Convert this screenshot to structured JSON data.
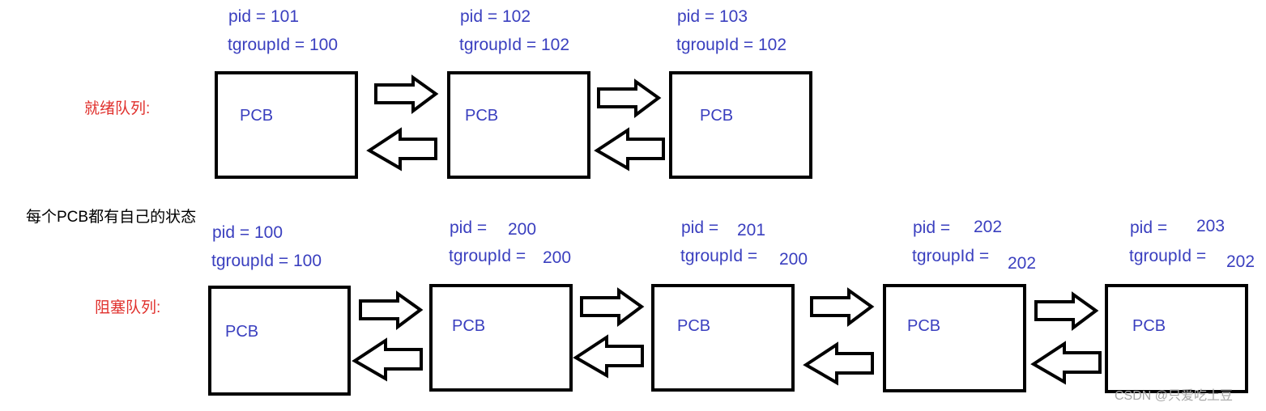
{
  "ready_queue": {
    "label": "就绪队列:",
    "nodes": [
      {
        "pid": "pid = 101",
        "tgroup": "tgroupId = 100",
        "box_label": "PCB"
      },
      {
        "pid": "pid = 102",
        "tgroup": "tgroupId = 102",
        "box_label": "PCB"
      },
      {
        "pid": "pid = 103",
        "tgroup": "tgroupId = 102",
        "box_label": "PCB"
      }
    ]
  },
  "note": "每个PCB都有自己的状态",
  "blocked_queue": {
    "label": "阻塞队列:",
    "nodes": [
      {
        "pid": "pid = 100",
        "tgroup": "tgroupId = 100",
        "box_label": "PCB"
      },
      {
        "pid_prefix": "pid =",
        "pid_value": "200",
        "tgroup_prefix": "tgroupId =",
        "tgroup_value": "200",
        "box_label": "PCB"
      },
      {
        "pid_prefix": "pid =",
        "pid_value": "201",
        "tgroup_prefix": "tgroupId =",
        "tgroup_value": "200",
        "box_label": "PCB"
      },
      {
        "pid_prefix": "pid =",
        "pid_value": "202",
        "tgroup_prefix": "tgroupId =",
        "tgroup_value": "202",
        "box_label": "PCB"
      },
      {
        "pid_prefix": "pid =",
        "pid_value": "203",
        "tgroup_prefix": "tgroupId =",
        "tgroup_value": "202",
        "box_label": "PCB"
      }
    ]
  },
  "arrows": {
    "forward_icon": "hollow-arrow-right-icon",
    "backward_icon": "hollow-arrow-left-icon"
  },
  "watermark": "CSDN @只爱吃土豆",
  "colors": {
    "node_text": "#3a3fbf",
    "queue_label": "#e0302c",
    "box_border": "#000000",
    "watermark": "#a6a6a6"
  }
}
